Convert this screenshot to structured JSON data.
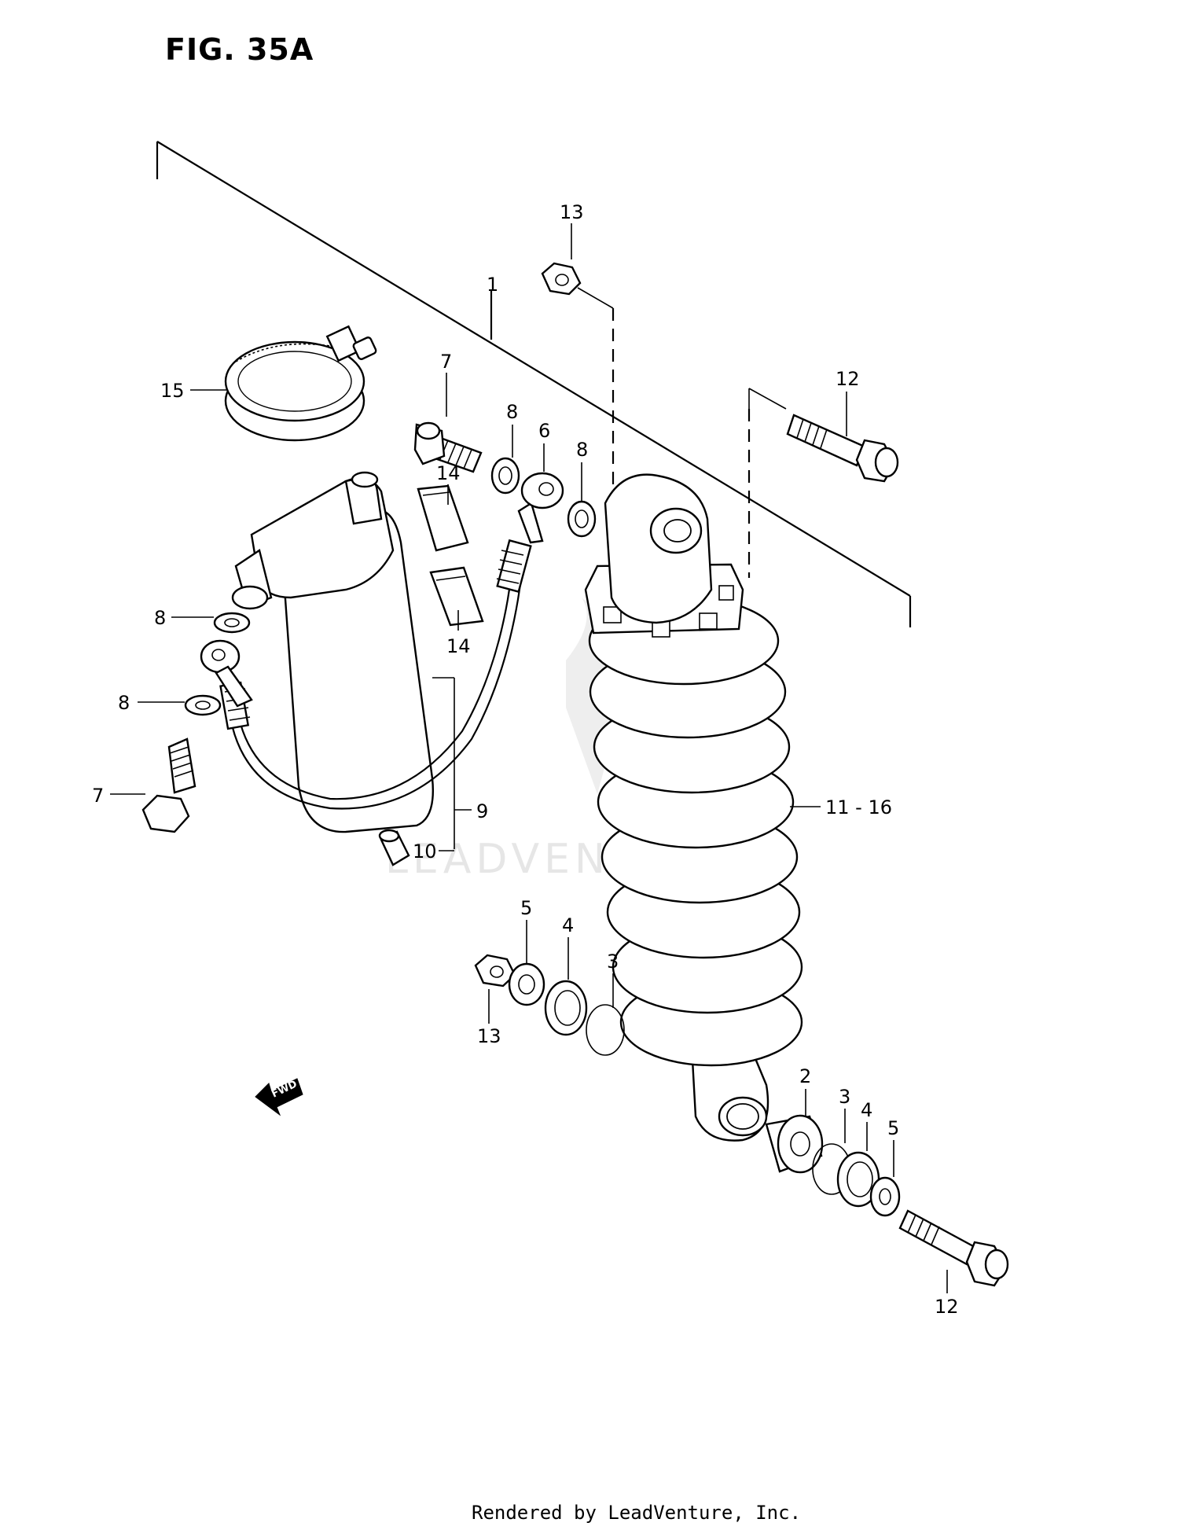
{
  "figure": {
    "title": "FIG. 35A"
  },
  "callouts": {
    "c1": "1",
    "c2": "2",
    "c3a": "3",
    "c3b": "3",
    "c4a": "4",
    "c4b": "4",
    "c5a": "5",
    "c5b": "5",
    "c6": "6",
    "c7a": "7",
    "c7b": "7",
    "c8a": "8",
    "c8b": "8",
    "c8c": "8",
    "c8d": "8",
    "c9": "9",
    "c10": "10",
    "c11": "11 - 16",
    "c12a": "12",
    "c12b": "12",
    "c13a": "13",
    "c13b": "13",
    "c14a": "14",
    "c14b": "14",
    "c15": "15"
  },
  "fwd_label": "FWD",
  "watermark": "LEADVENTURE",
  "footer": "Rendered by LeadVenture, Inc."
}
